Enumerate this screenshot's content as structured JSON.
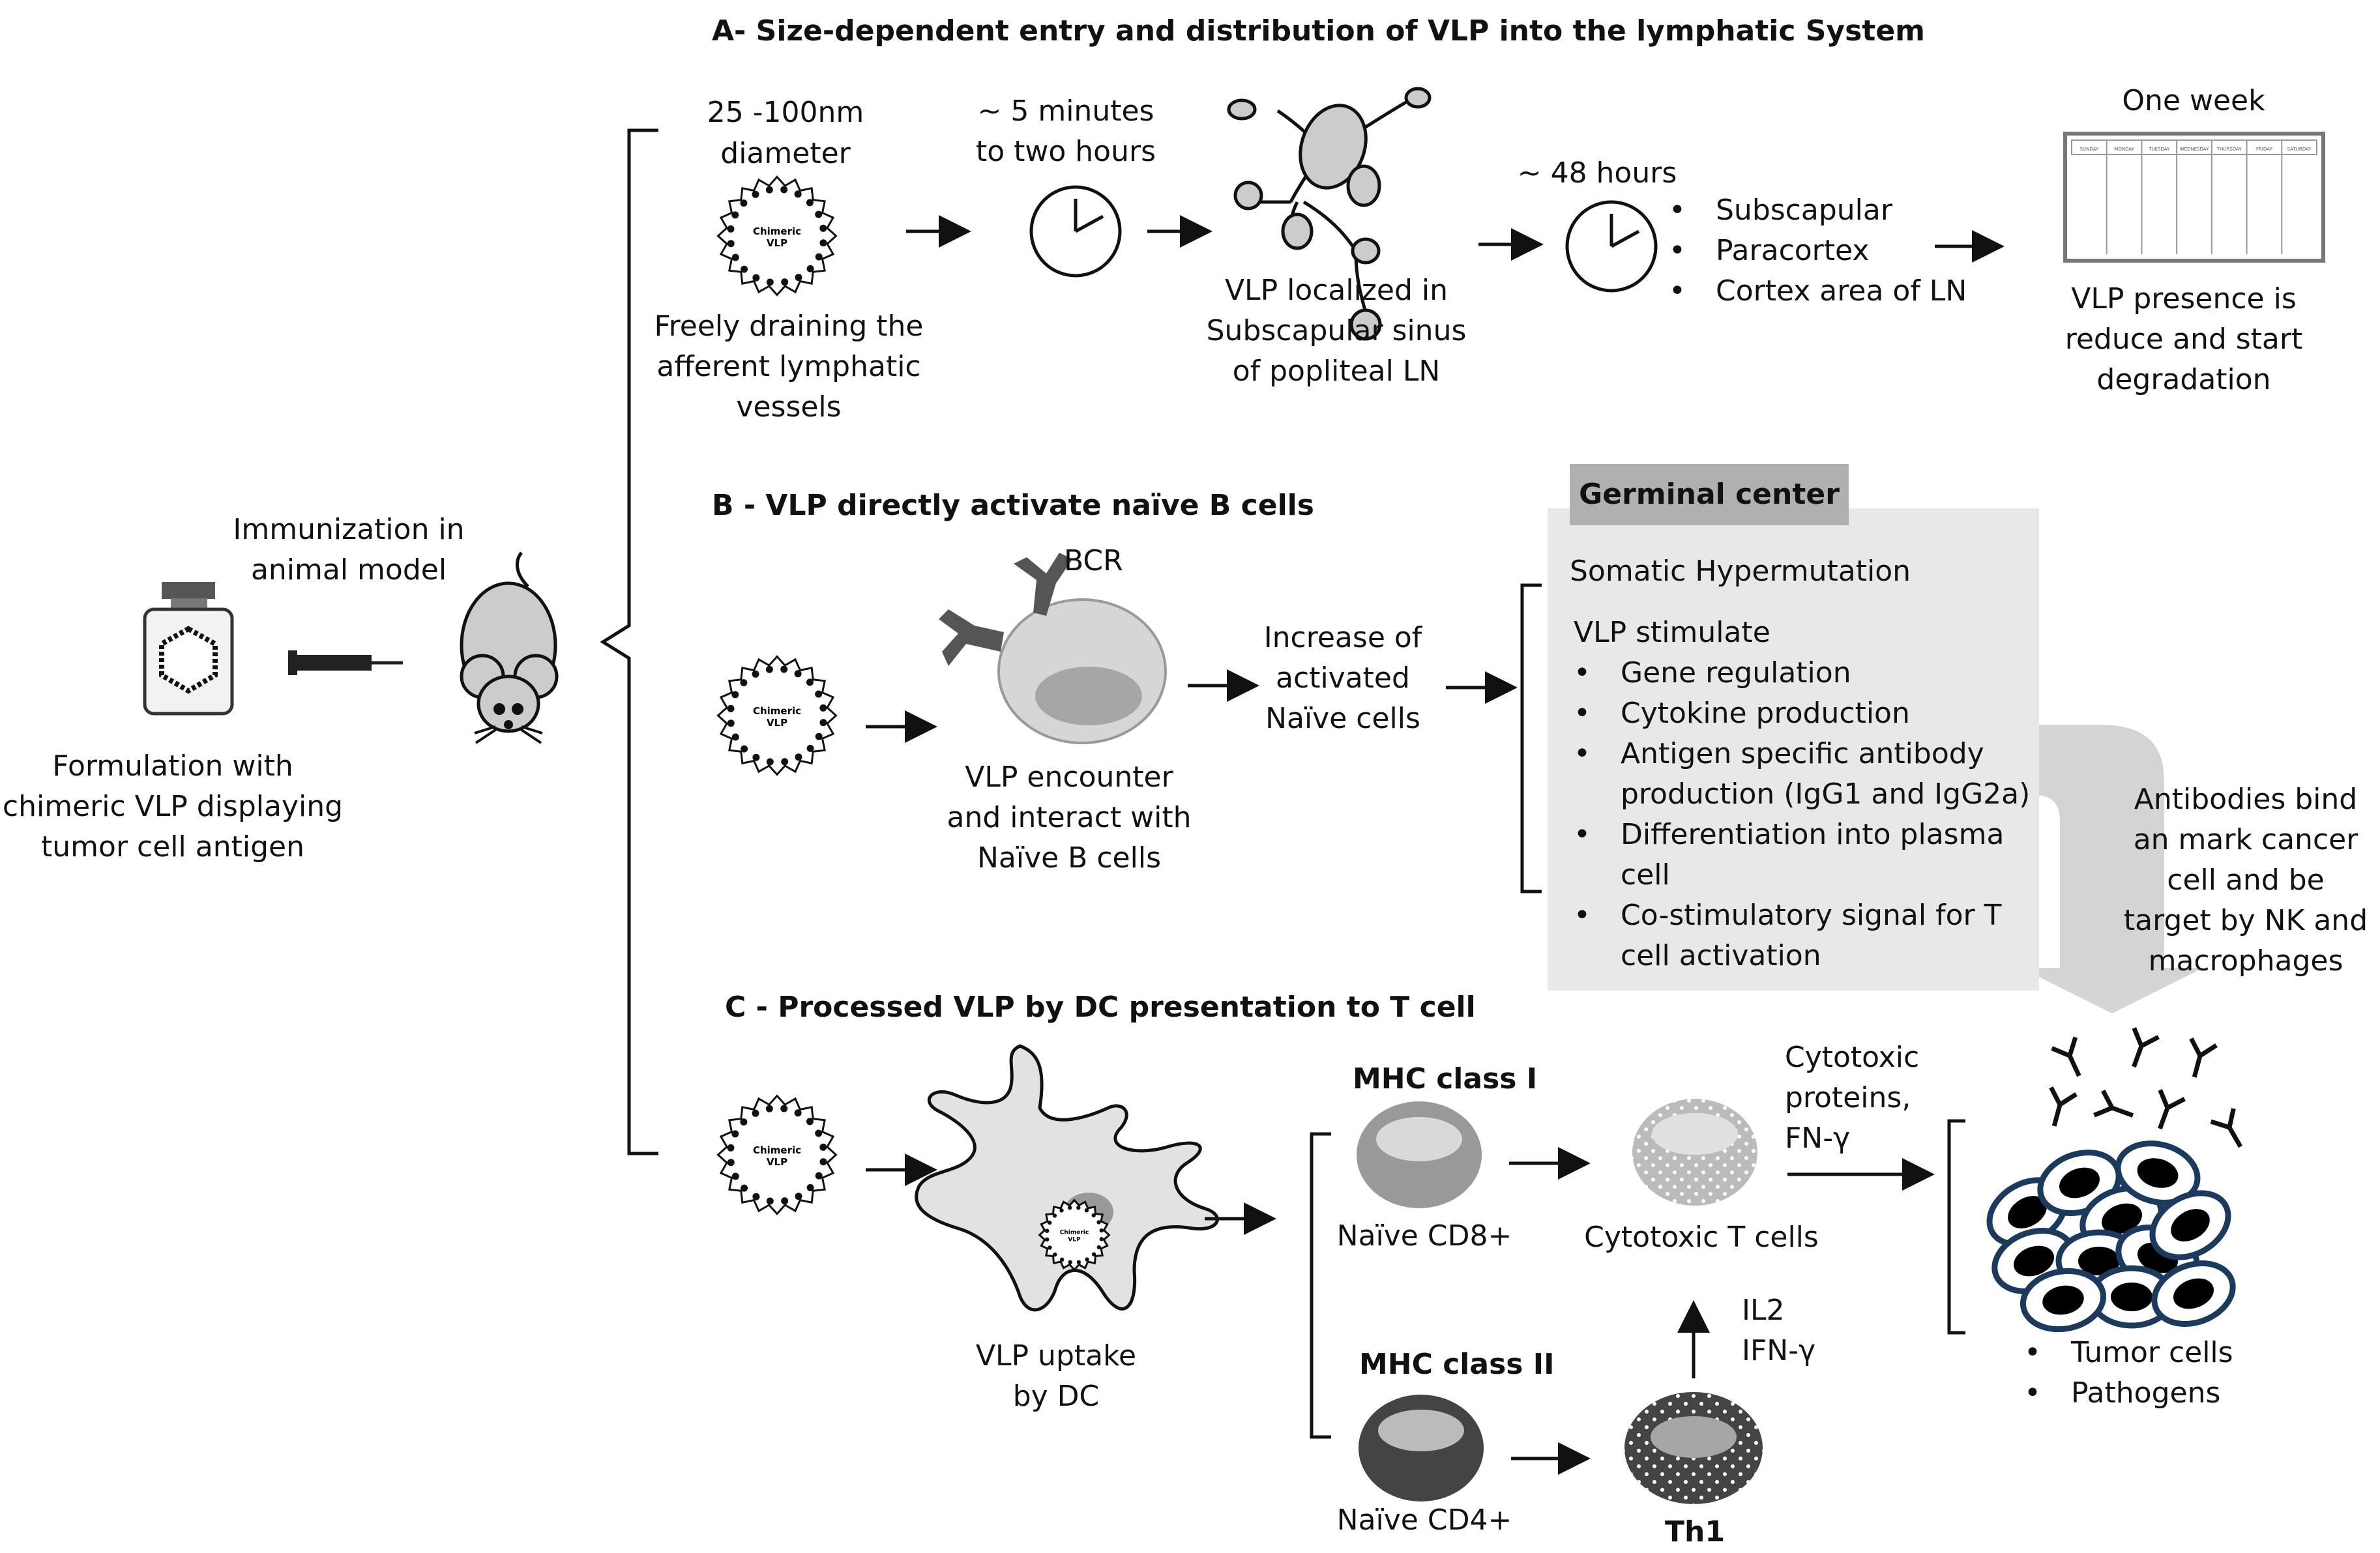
{
  "section_a": {
    "title": "A- Size-dependent entry and distribution of VLP into the  lymphatic System",
    "size_line1": "25 -100nm",
    "size_line2": "diameter",
    "drain_line1": "Freely draining the",
    "drain_line2": "afferent lymphatic",
    "drain_line3": "vessels",
    "time1_line1": "~  5 minutes",
    "time1_line2": "to two hours",
    "localized_line1": "VLP localized in",
    "localized_line2": "Subscapular sinus",
    "localized_line3": "of popliteal LN",
    "time2": "~ 48 hours",
    "areas": [
      "Subscapular",
      "Paracortex",
      "Cortex area of LN"
    ],
    "week_label": "One week",
    "calendar_days": [
      "SUNDAY",
      "MONDAY",
      "TUESDAY",
      "WEDNESDAY",
      "THURSDAY",
      "FRIDAY",
      "SATURDAY"
    ],
    "presence_line1": "VLP presence is",
    "presence_line2": "reduce and start",
    "presence_line3": "degradation"
  },
  "left": {
    "immunization_line1": "Immunization in",
    "immunization_line2": "animal model",
    "formulation_line1": "Formulation with",
    "formulation_line2": "chimeric VLP displaying",
    "formulation_line3": "tumor cell antigen"
  },
  "vlp_label_line1": "Chimeric",
  "vlp_label_line2": "VLP",
  "section_b": {
    "title": "B - VLP directly activate naïve B cells",
    "bcr": "BCR",
    "encounter_line1": "VLP encounter",
    "encounter_line2": "and interact with",
    "encounter_line3": "Naïve B cells",
    "increase_line1": "Increase of",
    "increase_line2": "activated",
    "increase_line3": "Naïve cells",
    "gc_title": "Germinal center",
    "somatic": "Somatic Hypermutation",
    "vlp_stimulate": "VLP stimulate",
    "gc_items": [
      "Gene regulation",
      "Cytokine production",
      "Antigen specific antibody production (IgG1 and IgG2a)",
      "Differentiation into plasma cell",
      "Co-stimulatory signal for T cell activation"
    ],
    "gc_item_lines": [
      [
        "Gene regulation"
      ],
      [
        "Cytokine production"
      ],
      [
        "Antigen specific antibody",
        "production (IgG1 and IgG2a)"
      ],
      [
        "Differentiation into plasma",
        "cell"
      ],
      [
        "Co-stimulatory signal for T",
        "cell activation"
      ]
    ],
    "antibodies_line1": "Antibodies bind",
    "antibodies_line2": "an mark cancer",
    "antibodies_line3": "cell and be",
    "antibodies_line4": "target by NK and",
    "antibodies_line5": "macrophages"
  },
  "section_c": {
    "title": "C - Processed VLP by DC presentation to T cell",
    "uptake_line1": "VLP uptake",
    "uptake_line2": "by DC",
    "mhc1": "MHC class  I",
    "mhc2": "MHC class II",
    "cd8": "Naïve CD8+",
    "cd4": "Naïve CD4+",
    "cytotoxic_t": "Cytotoxic T cells",
    "th1": "Th1",
    "il2": "IL2",
    "ifn": "IFN-γ",
    "cyto_line1": "Cytotoxic",
    "cyto_line2": "proteins,",
    "cyto_line3": "FN-γ",
    "targets": [
      "Tumor cells",
      "Pathogens"
    ]
  }
}
